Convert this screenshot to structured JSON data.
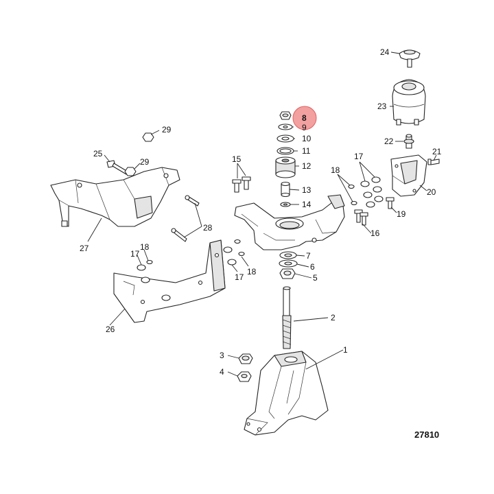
{
  "diagram": {
    "reference_number": "27810",
    "highlight_color": "#f2a0a0",
    "highlight_stroke": "#e06060",
    "highlighted_callout": "8",
    "callouts": {
      "c1": "1",
      "c2": "2",
      "c3": "3",
      "c4": "4",
      "c5": "5",
      "c6": "6",
      "c7": "7",
      "c8": "8",
      "c9": "9",
      "c10": "10",
      "c11": "11",
      "c12": "12",
      "c13": "13",
      "c14": "14",
      "c15": "15",
      "c16": "16",
      "c17a": "17",
      "c17b": "17",
      "c17c": "17",
      "c18a": "18",
      "c18b": "18",
      "c18c": "18",
      "c19": "19",
      "c20": "20",
      "c21": "21",
      "c22": "22",
      "c23": "23",
      "c24": "24",
      "c25": "25",
      "c26": "26",
      "c27": "27",
      "c28": "28",
      "c29a": "29",
      "c29b": "29"
    }
  }
}
